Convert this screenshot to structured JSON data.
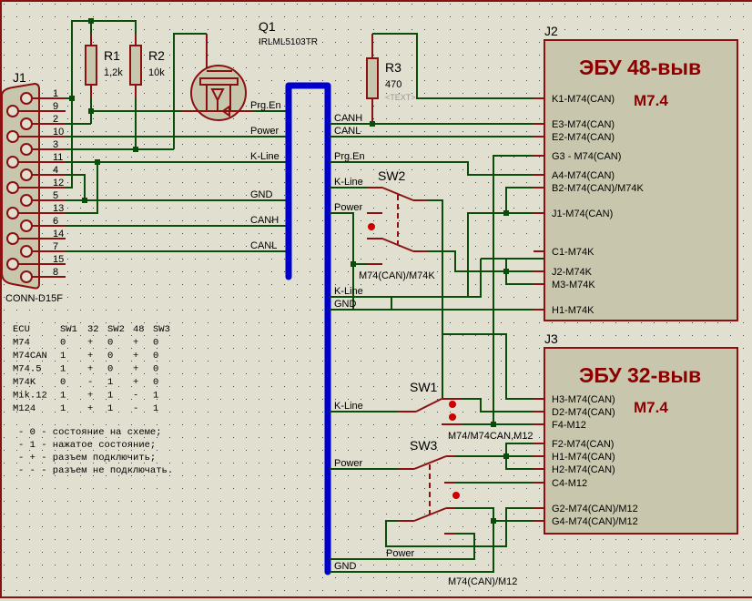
{
  "j1": {
    "ref": "J1",
    "part": "CONN-D15F",
    "pins": [
      "1",
      "9",
      "2",
      "10",
      "3",
      "11",
      "4",
      "12",
      "5",
      "13",
      "6",
      "14",
      "7",
      "15",
      "8"
    ]
  },
  "r1": {
    "ref": "R1",
    "value": "1,2k"
  },
  "r2": {
    "ref": "R2",
    "value": "10k"
  },
  "r3": {
    "ref": "R3",
    "value": "470",
    "text": "<TEXT>"
  },
  "q1": {
    "ref": "Q1",
    "part": "IRLML5103TR"
  },
  "bus_left_labels": [
    "Prg.En",
    "Power",
    "K-Line",
    "GND",
    "CANH",
    "CANL"
  ],
  "bus_right_labels": [
    "CANH",
    "CANL",
    "Prg.En",
    "K-Line",
    "Power",
    "K-Line",
    "GND",
    "K-Line",
    "Power",
    "Power",
    "GND"
  ],
  "sw1": {
    "ref": "SW1",
    "note": "M74/M74CAN,M12"
  },
  "sw2": {
    "ref": "SW2",
    "note": "M74(CAN)/M74K"
  },
  "sw3": {
    "ref": "SW3",
    "note": "M74(CAN)/M12"
  },
  "j2": {
    "ref": "J2",
    "title": "ЭБУ 48-выв",
    "subtitle": "M7.4",
    "pins": [
      "K1-M74(CAN)",
      "E3-M74(CAN)",
      "E2-M74(CAN)",
      "G3 - M74(CAN)",
      "A4-M74(CAN)",
      "B2-M74(CAN)/M74K",
      "J1-M74(CAN)",
      "C1-M74K",
      "J2-M74K",
      "M3-M74K",
      "H1-M74K"
    ]
  },
  "j3": {
    "ref": "J3",
    "title": "ЭБУ 32-выв",
    "subtitle": "M7.4",
    "pins": [
      "H3-M74(CAN)",
      "D2-M74(CAN)",
      "F4-M12",
      "F2-M74(CAN)",
      "H1-M74(CAN)",
      "H2-M74(CAN)",
      "C4-M12",
      "G2-M74(CAN)/M12",
      "G4-M74(CAN)/M12"
    ]
  },
  "table": {
    "header": [
      "ECU",
      "SW1",
      "32",
      "SW2",
      "48",
      "SW3"
    ],
    "rows": [
      [
        "M74",
        "0",
        "+",
        "0",
        "+",
        "0"
      ],
      [
        "M74CAN",
        "1",
        "+",
        "0",
        "+",
        "0"
      ],
      [
        "M74.5",
        "1",
        "+",
        "0",
        "+",
        "0"
      ],
      [
        "M74K",
        "0",
        "-",
        "1",
        "+",
        "0"
      ],
      [
        "Mik.12",
        "1",
        "+",
        "1",
        "-",
        "1"
      ],
      [
        "M124",
        "1",
        "+",
        "1",
        "-",
        "1"
      ]
    ]
  },
  "legend": [
    "- 0 - состояние на схеме;",
    "- 1 - нажатое состояние;",
    "- + - разъем подключить;",
    "- - - разъем не подключать."
  ]
}
